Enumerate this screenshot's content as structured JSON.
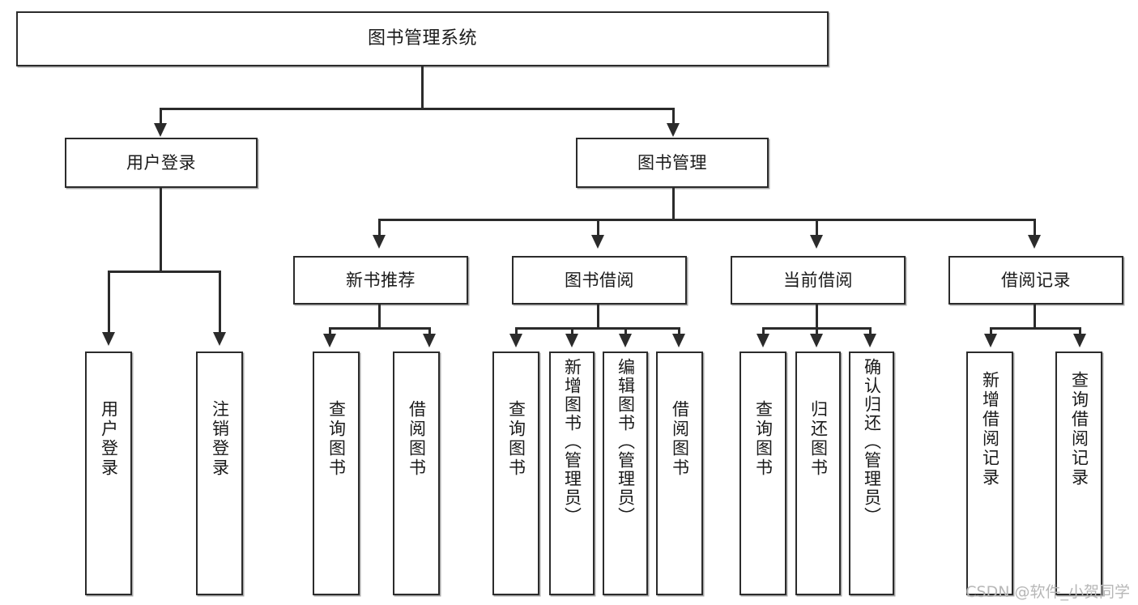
{
  "diagram": {
    "title": "图书管理系统",
    "type": "tree",
    "orientation": "top-down",
    "colors": {
      "box_border": "#2b2b2b",
      "box_fill": "#ffffff",
      "connector": "#2b2b2b",
      "watermark": "#b7b7b7",
      "background": "#ffffff"
    }
  },
  "nodes": {
    "root": {
      "label": "图书管理系统"
    },
    "level2": [
      {
        "id": "user-login",
        "label": "用户登录"
      },
      {
        "id": "book-management",
        "label": "图书管理"
      }
    ],
    "level3": [
      {
        "id": "new-book-recommend",
        "label": "新书推荐"
      },
      {
        "id": "book-borrow",
        "label": "图书借阅"
      },
      {
        "id": "current-borrow",
        "label": "当前借阅"
      },
      {
        "id": "borrow-record",
        "label": "借阅记录"
      }
    ],
    "leaves": {
      "user_login": [
        {
          "id": "leaf-user-login",
          "label": "用户登录"
        },
        {
          "id": "leaf-logout-login",
          "label": "注销登录"
        }
      ],
      "new_book_recommend": [
        {
          "id": "leaf-query-book-1",
          "label": "查询图书"
        },
        {
          "id": "leaf-borrow-book-1",
          "label": "借阅图书"
        }
      ],
      "book_borrow": [
        {
          "id": "leaf-query-book-2",
          "label": "查询图书"
        },
        {
          "id": "leaf-add-book",
          "label": "新增图书（管理员）"
        },
        {
          "id": "leaf-edit-book",
          "label": "编辑图书（管理员）"
        },
        {
          "id": "leaf-borrow-book-2",
          "label": "借阅图书"
        }
      ],
      "current_borrow": [
        {
          "id": "leaf-query-book-3",
          "label": "查询图书"
        },
        {
          "id": "leaf-return-book",
          "label": "归还图书"
        },
        {
          "id": "leaf-confirm-return",
          "label": "确认归还（管理员）"
        }
      ],
      "borrow_record": [
        {
          "id": "leaf-add-record",
          "label": "新增借阅记录"
        },
        {
          "id": "leaf-query-record",
          "label": "查询借阅记录"
        }
      ]
    }
  },
  "edges": [
    {
      "from": "图书管理系统",
      "to": "用户登录"
    },
    {
      "from": "图书管理系统",
      "to": "图书管理"
    },
    {
      "from": "用户登录",
      "to": "用户登录"
    },
    {
      "from": "用户登录",
      "to": "注销登录"
    },
    {
      "from": "图书管理",
      "to": "新书推荐"
    },
    {
      "from": "图书管理",
      "to": "图书借阅"
    },
    {
      "from": "图书管理",
      "to": "当前借阅"
    },
    {
      "from": "图书管理",
      "to": "借阅记录"
    },
    {
      "from": "新书推荐",
      "to": "查询图书"
    },
    {
      "from": "新书推荐",
      "to": "借阅图书"
    },
    {
      "from": "图书借阅",
      "to": "查询图书"
    },
    {
      "from": "图书借阅",
      "to": "新增图书（管理员）"
    },
    {
      "from": "图书借阅",
      "to": "编辑图书（管理员）"
    },
    {
      "from": "图书借阅",
      "to": "借阅图书"
    },
    {
      "from": "当前借阅",
      "to": "查询图书"
    },
    {
      "from": "当前借阅",
      "to": "归还图书"
    },
    {
      "from": "当前借阅",
      "to": "确认归还（管理员）"
    },
    {
      "from": "借阅记录",
      "to": "新增借阅记录"
    },
    {
      "from": "借阅记录",
      "to": "查询借阅记录"
    }
  ],
  "watermark": {
    "text": "CSDN @软件_小贺同学"
  }
}
